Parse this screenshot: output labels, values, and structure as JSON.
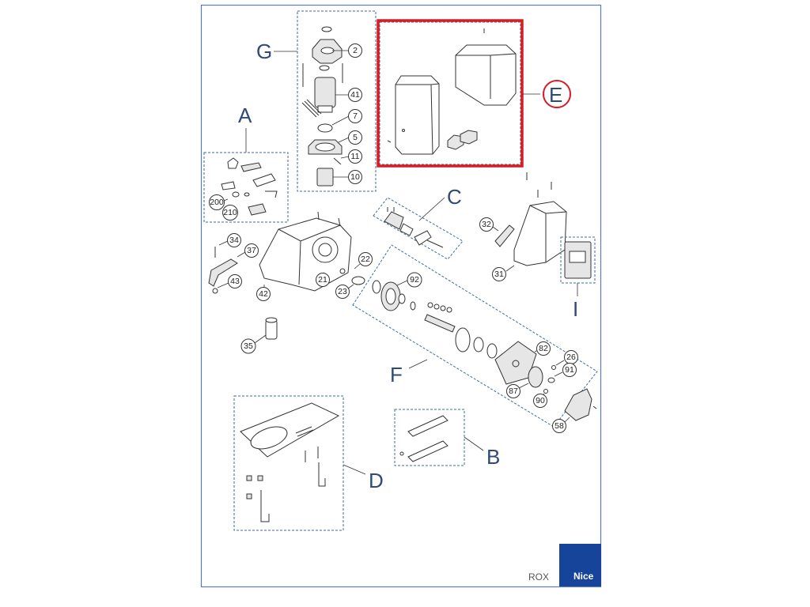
{
  "diagram": {
    "model": "ROX",
    "brand": "Nice",
    "colors": {
      "frame": "#5b7fb0",
      "group_box": "#3f6aa0",
      "group_letter": "#2f4a78",
      "highlight": "#d81c23",
      "brand_bg": "#17449b"
    },
    "groups": [
      {
        "letter": "A"
      },
      {
        "letter": "B"
      },
      {
        "letter": "C"
      },
      {
        "letter": "D"
      },
      {
        "letter": "E",
        "highlighted": true
      },
      {
        "letter": "F"
      },
      {
        "letter": "G"
      },
      {
        "letter": "I"
      }
    ],
    "part_numbers": [
      "2",
      "41",
      "7",
      "5",
      "11",
      "10",
      "200",
      "210",
      "34",
      "37",
      "43",
      "42",
      "21",
      "22",
      "23",
      "35",
      "32",
      "31",
      "92",
      "82",
      "26",
      "91",
      "87",
      "90",
      "58"
    ]
  }
}
